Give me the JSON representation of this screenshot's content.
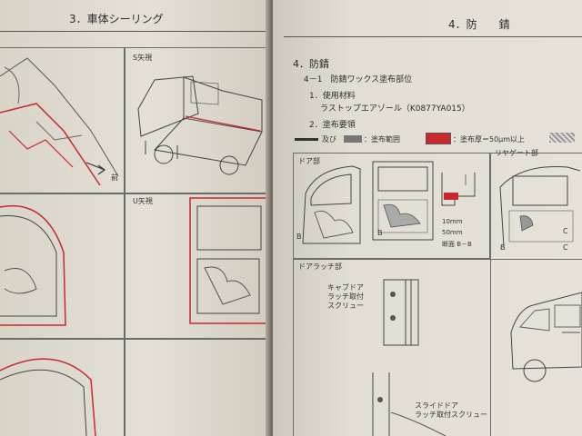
{
  "left_page": {
    "header": "3．車体シーリング",
    "views": {
      "s_view": "S矢視",
      "u_view": "U矢視",
      "front_arrow": "前"
    }
  },
  "right_page": {
    "header": "4．防　　錆",
    "section_title": "4．防錆",
    "subsection": "4－1　防錆ワックス塗布部位",
    "item1": "1．使用材料",
    "material": "ラストップエアゾール（K0877YA015）",
    "item2": "2．塗布要領",
    "legend": {
      "and": "及び",
      "coated_area": "：塗布範囲",
      "thickness": "：塗布厚＝50μm以上"
    },
    "door_section": "ドア部",
    "rear_gate_section": "リヤゲート部",
    "door_latch_section": "ドアラッチ部",
    "section_bb": "断面 B－B",
    "label_b1": "B",
    "label_b2": "B",
    "label_b3": "B",
    "label_c1": "C",
    "label_c2": "C",
    "dim_10mm": "10mm",
    "dim_50mm": "50mm",
    "cab_door_screw": [
      "キャブドア",
      "ラッチ取付",
      "スクリュー"
    ],
    "slide_door_screw": [
      "スライドドア",
      "ラッチ取付スクリュー"
    ]
  },
  "colors": {
    "red_marking": "#c8282e",
    "page_paper": "#e3dfd5"
  }
}
